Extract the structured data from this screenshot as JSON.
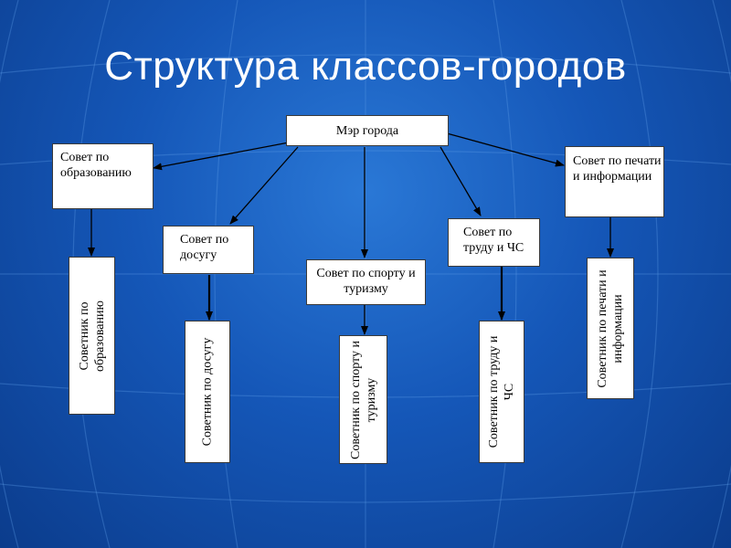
{
  "title": "Структура классов-городов",
  "nodes": {
    "mayor": "Мэр города",
    "education_council": "Совет по образованию",
    "leisure_council": "Совет по досугу",
    "sport_council": "Совет по спорту и туризму",
    "labor_council": "Совет по труду и ЧС",
    "press_council": "Совет по печати и информации",
    "education_advisor": "Советник по образованию",
    "leisure_advisor": "Советник по досугу",
    "sport_advisor": "Советник по спорту и туризму",
    "labor_advisor": "Советник по труду и ЧС",
    "press_advisor": "Советник по печати и информации"
  },
  "colors": {
    "background": "#1557b8",
    "box": "#ffffff",
    "arrow": "#000000",
    "title": "#ffffff"
  }
}
